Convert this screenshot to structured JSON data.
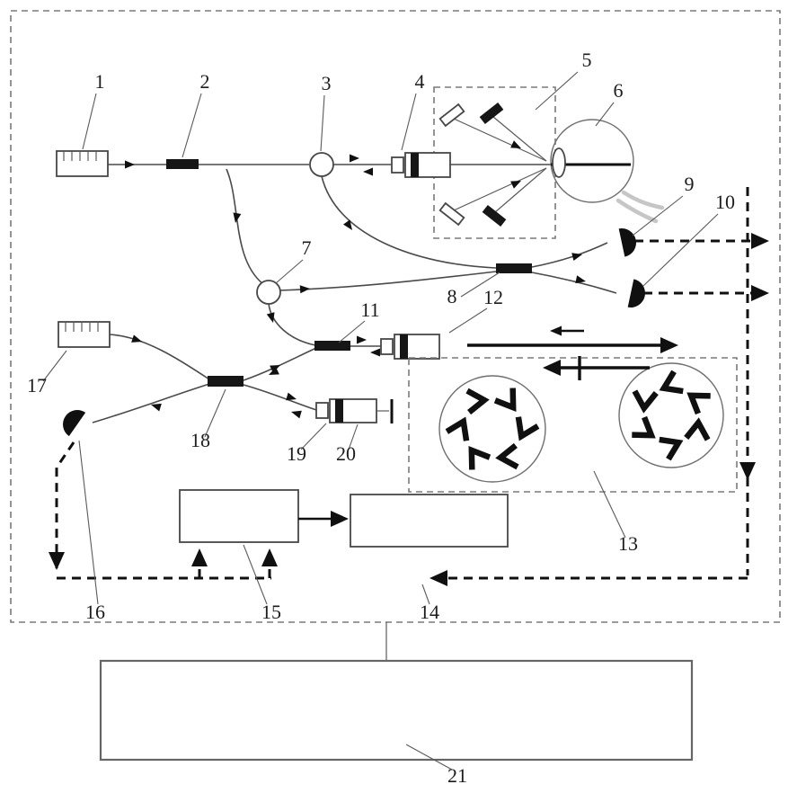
{
  "meta": {
    "background_color": "#ffffff",
    "ink_color": "#161616",
    "dashed_box_color": "#7a7a7a",
    "eye_tissue_color": "#c6c6c6"
  },
  "labels": {
    "n1": "1",
    "n2": "2",
    "n3": "3",
    "n4": "4",
    "n5": "5",
    "n6": "6",
    "n7": "7",
    "n8": "8",
    "n9": "9",
    "n10": "10",
    "n11": "11",
    "n12": "12",
    "n13": "13",
    "n14": "14",
    "n15": "15",
    "n16": "16",
    "n17": "17",
    "n18": "18",
    "n19": "19",
    "n20": "20",
    "n21": "21"
  }
}
